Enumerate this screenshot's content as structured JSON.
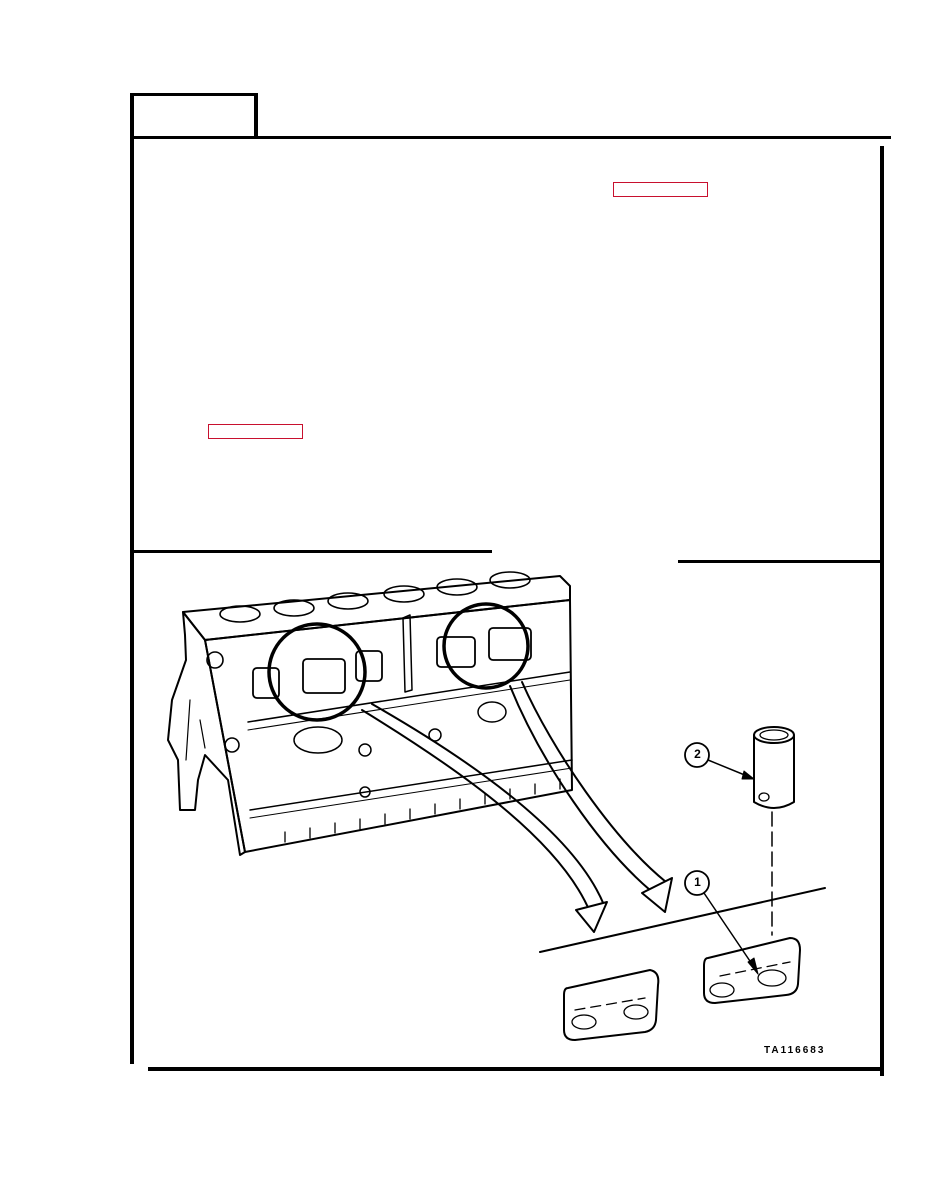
{
  "figure": {
    "callouts": [
      {
        "number": "1"
      },
      {
        "number": "2"
      }
    ],
    "figure_id": "TA116683"
  },
  "links": [
    {
      "label": ""
    },
    {
      "label": ""
    }
  ]
}
